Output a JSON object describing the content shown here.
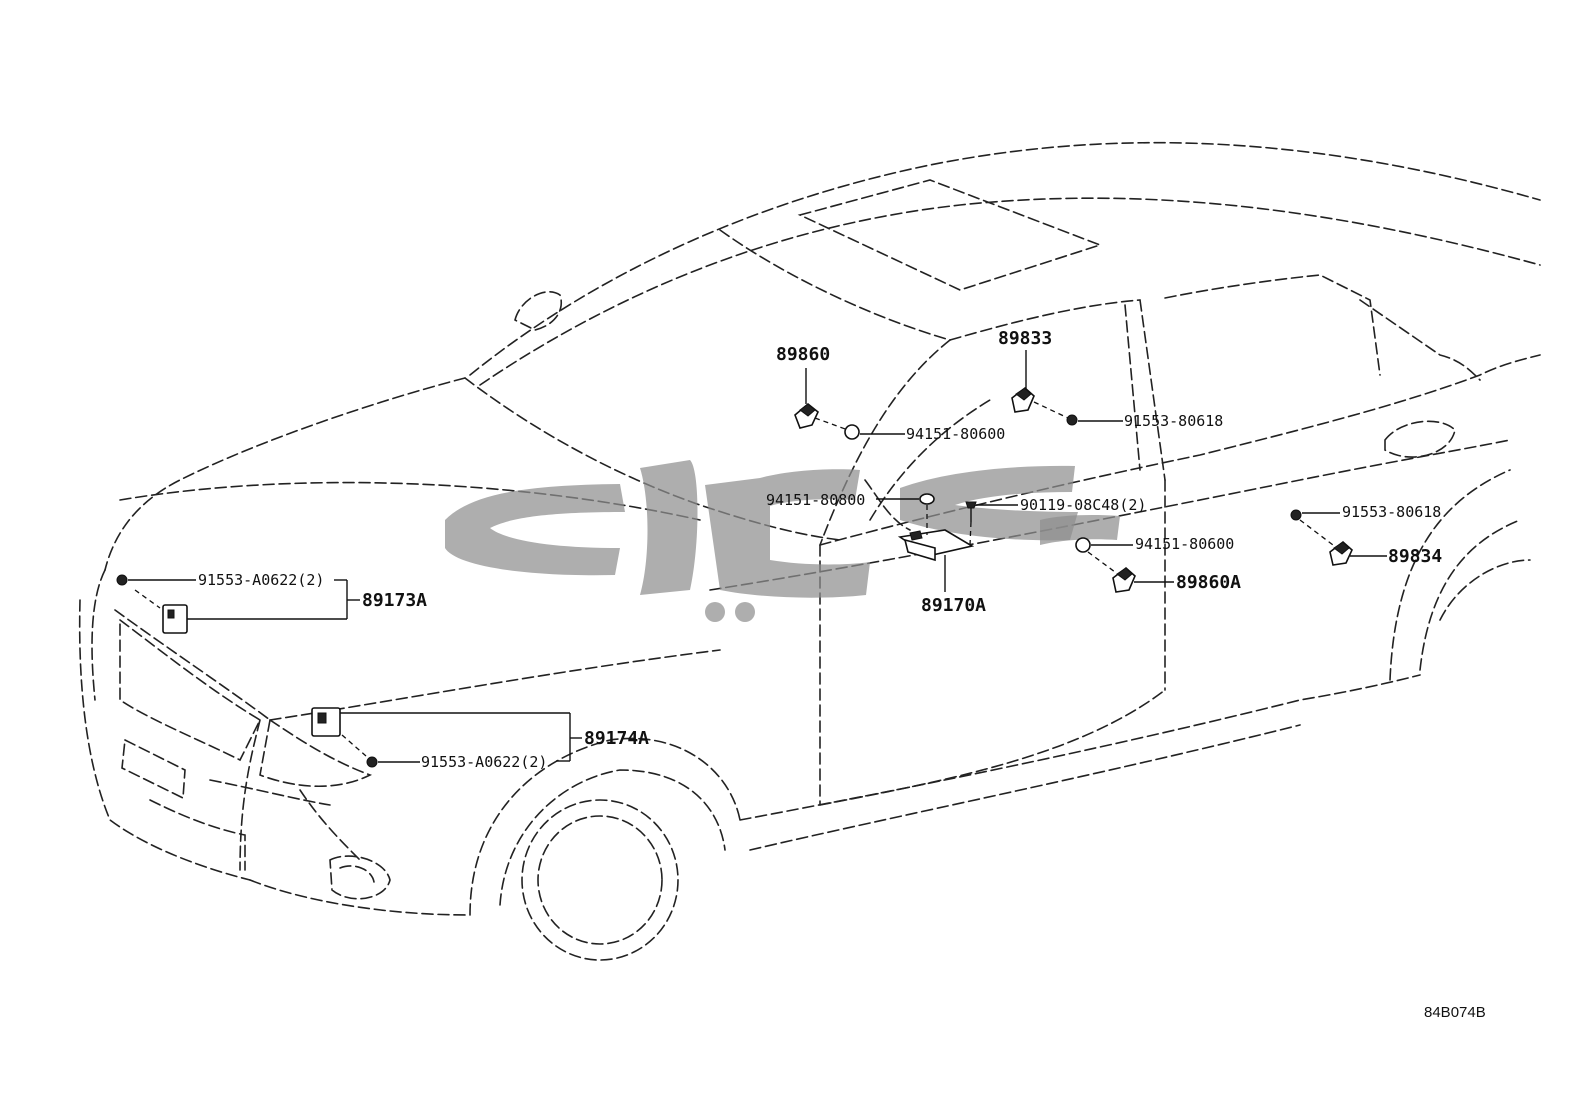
{
  "diagram": {
    "code": "84B074B",
    "callouts": {
      "c89860": "89860",
      "c89833": "89833",
      "c94151_80600_top": "94151-80600",
      "c91553_80618_top": "91553-80618",
      "c94151_80800": "94151-80800",
      "c90119": "90119-08C48(2)",
      "c94151_80600_mid": "94151-80600",
      "c91553_80618_right": "91553-80618",
      "c89834": "89834",
      "c89860A": "89860A",
      "c89170A": "89170A",
      "c91553_A0622_top": "91553-A0622(2)",
      "c89173A": "89173A",
      "c89174A": "89174A",
      "c91553_A0622_bottom": "91553-A0622(2)"
    }
  }
}
